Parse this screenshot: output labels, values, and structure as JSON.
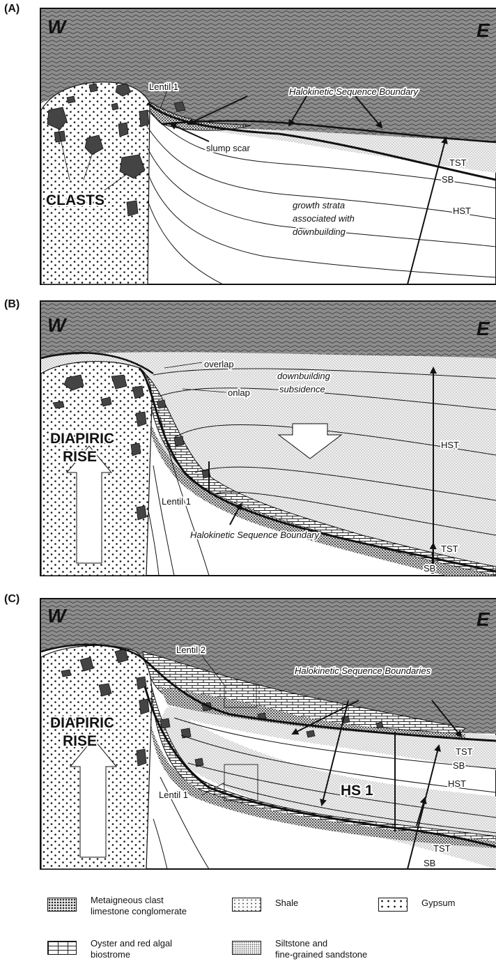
{
  "panels": [
    {
      "letter": "(A)",
      "west": "W",
      "east": "E",
      "labels": {
        "lentil1": "Lentil 1",
        "hsb": "Halokinetic Sequence Boundary",
        "slump": "slump scar",
        "clasts": "CLASTS",
        "tst": "TST",
        "sb": "SB",
        "hst": "HST",
        "growth1": "growth strata",
        "growth2": "associated with",
        "growth3": "downbuilding"
      }
    },
    {
      "letter": "(B)",
      "west": "W",
      "east": "E",
      "labels": {
        "overlap": "overlap",
        "onlap": "onlap",
        "down1": "downbuilding",
        "down2": "subsidence",
        "diapiric1": "DIAPIRIC",
        "diapiric2": "RISE",
        "hst": "HST",
        "lentil1": "Lentil 1",
        "hsb": "Halokinetic Sequence Boundary",
        "tst": "TST",
        "sb": "SB"
      }
    },
    {
      "letter": "(C)",
      "west": "W",
      "east": "E",
      "labels": {
        "lentil2": "Lentil 2",
        "hsbs": "Halokinetic Sequence Boundaries",
        "diapiric1": "DIAPIRIC",
        "diapiric2": "RISE",
        "tst_upper": "TST",
        "sb_upper": "SB",
        "hst": "HST",
        "hs1": "HS 1",
        "lentil1": "Lentil 1",
        "tst_lower": "TST",
        "sb_lower": "SB"
      }
    }
  ],
  "legend": [
    {
      "key": "conglomerate",
      "lines": [
        "Metaigneous clast",
        "limestone conglomerate"
      ]
    },
    {
      "key": "shale",
      "lines": [
        "Shale"
      ]
    },
    {
      "key": "gypsum",
      "lines": [
        "Gypsum"
      ]
    },
    {
      "key": "biostrome",
      "lines": [
        "Oyster and red algal",
        "biostrome"
      ]
    },
    {
      "key": "siltstone",
      "lines": [
        "Siltstone and",
        "fine-grained sandstone"
      ]
    }
  ]
}
